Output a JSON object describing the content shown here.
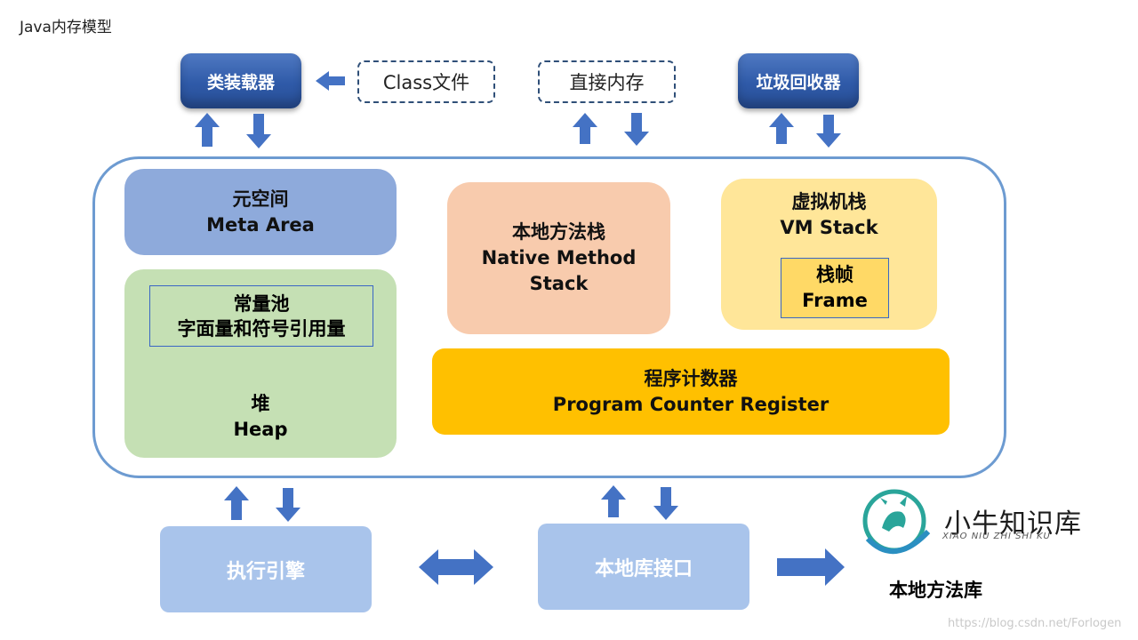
{
  "title": "Java内存模型",
  "top": {
    "class_loader": "类装载器",
    "class_file": "Class文件",
    "direct_memory": "直接内存",
    "gc": "垃圾回收器"
  },
  "runtime": {
    "meta": {
      "cn": "元空间",
      "en": "Meta Area"
    },
    "constant_pool": {
      "line1": "常量池",
      "line2": "字面量和符号引用量"
    },
    "heap": {
      "cn": "堆",
      "en": "Heap"
    },
    "native_stack": {
      "cn": "本地方法栈",
      "en1": "Native Method",
      "en2": "Stack"
    },
    "vm_stack": {
      "cn": "虚拟机栈",
      "en": "VM Stack"
    },
    "frame": {
      "cn": "栈帧",
      "en": "Frame"
    },
    "pc": {
      "cn": "程序计数器",
      "en": "Program Counter Register"
    }
  },
  "bottom": {
    "exec_engine": "执行引擎",
    "native_interface": "本地库接口",
    "native_lib": "本地方法库"
  },
  "logo": {
    "name": "小牛知识库",
    "sub": "XIAO NIU ZHI SHI KU"
  },
  "watermark": "https://blog.csdn.net/Forlogen",
  "colors": {
    "arrow": "#4472c4",
    "meta": "#8eaadb",
    "heap": "#c5e0b4",
    "native_stack": "#f8cbad",
    "vm_stack": "#ffe699",
    "pc": "#ffc000",
    "bottom_box": "#a9c4eb"
  }
}
